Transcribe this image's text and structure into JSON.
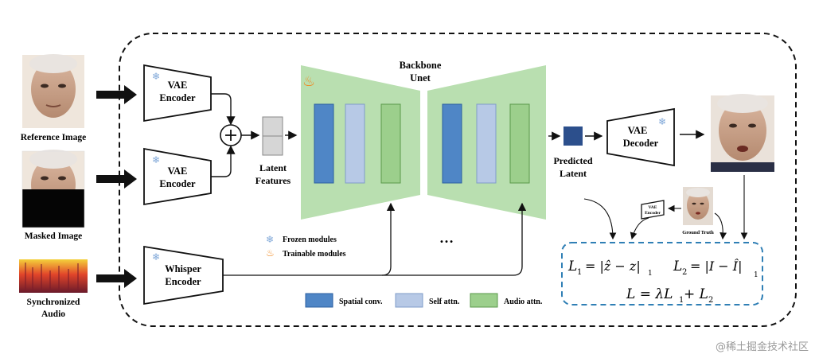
{
  "inputs": {
    "reference_label": "Reference Image",
    "masked_label": "Masked Image",
    "audio_label_line1": "Synchronized",
    "audio_label_line2": "Audio"
  },
  "encoders": {
    "vae1_line1": "VAE",
    "vae1_line2": "Encoder",
    "vae2_line1": "VAE",
    "vae2_line2": "Encoder",
    "whisper_line1": "Whisper",
    "whisper_line2": "Encoder"
  },
  "latent_features_line1": "Latent",
  "latent_features_line2": "Features",
  "backbone_line1": "Backbone",
  "backbone_line2": "Unet",
  "ellipsis": "…",
  "legend_modules": {
    "frozen": "Frozen modules",
    "trainable": "Trainable modules"
  },
  "legend_blocks": [
    {
      "label": "Spatial conv.",
      "color": "#4f86c6"
    },
    {
      "label": "Self attn.",
      "color": "#b7c9e6"
    },
    {
      "label": "Audio attn.",
      "color": "#9ccf8c"
    }
  ],
  "predicted_latent_line1": "Predicted",
  "predicted_latent_line2": "Latent",
  "decoder_line1": "VAE",
  "decoder_line2": "Decoder",
  "small_encoder_line1": "VAE",
  "small_encoder_line2": "Encoder",
  "ground_truth": "Ground Truth",
  "loss": {
    "l1_lhs": "L",
    "l1_sub": "1",
    "l1_rhs": "= |ẑ − z|",
    "l1_norm": "1",
    "l2_lhs": "L",
    "l2_sub": "2",
    "l2_rhs": "= |I − Î|",
    "l2_norm": "1",
    "total": "L = λL",
    "total_sub": "1",
    "total_plus": " + L",
    "total_sub2": "2"
  },
  "watermark": "@稀土掘金技术社区",
  "colors": {
    "unet_green": "#b9dfb0",
    "spatial_conv": "#4f86c6",
    "self_attn": "#b7c9e6",
    "audio_attn": "#9ccf8c",
    "predicted_latent": "#2c4f8c",
    "loss_border": "#2f7fb5",
    "fire": "#f08a24",
    "snow": "#7fa7d8"
  },
  "icons": [
    "snowflake-icon",
    "fire-icon",
    "plus-icon",
    "arrow-icon"
  ]
}
